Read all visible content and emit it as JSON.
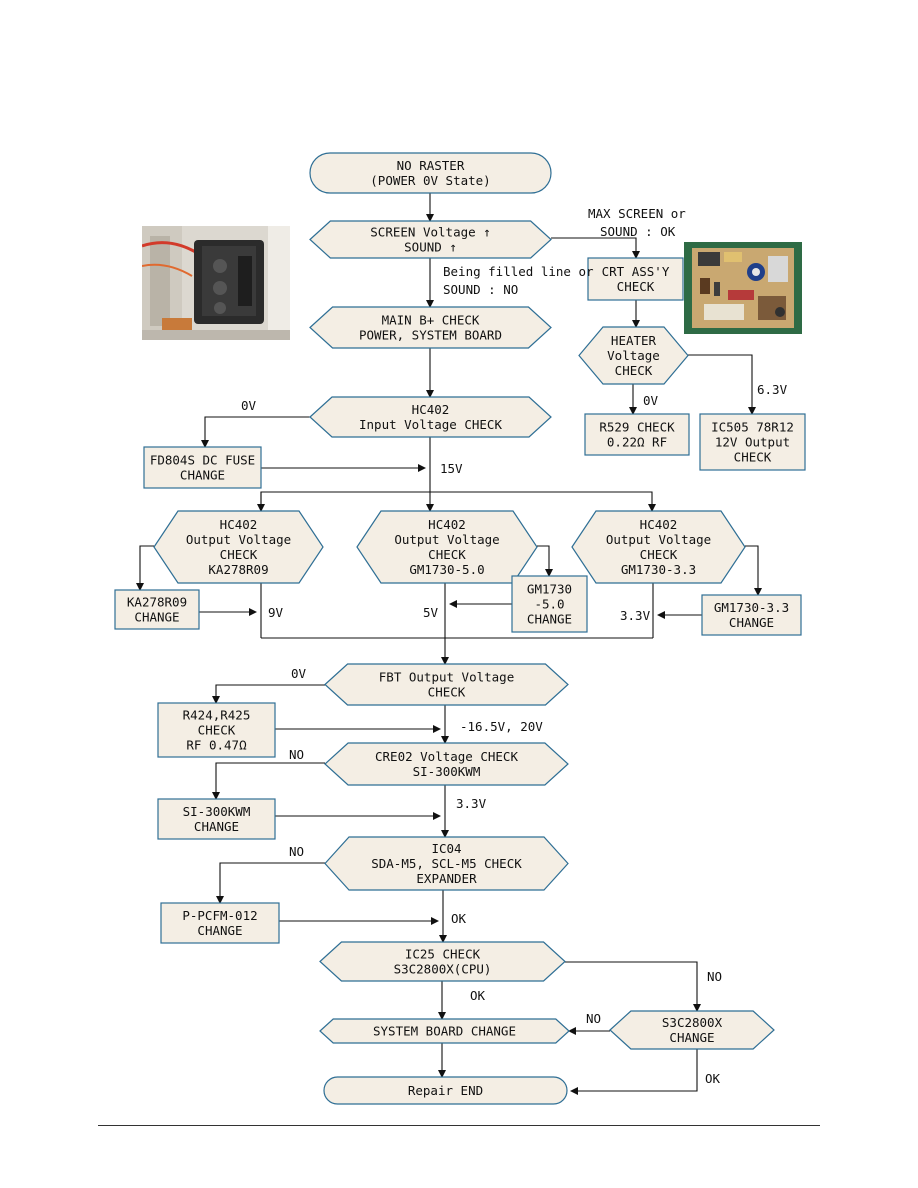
{
  "nodes": {
    "start": [
      "NO RASTER",
      "(POWER 0V State)"
    ],
    "screen": [
      "SCREEN Voltage ↑",
      "SOUND ↑"
    ],
    "crt": [
      "CRT ASS'Y",
      "CHECK"
    ],
    "heater": [
      "HEATER",
      "Voltage",
      "CHECK"
    ],
    "r529": [
      "R529 CHECK",
      "0.22Ω RF"
    ],
    "ic505": [
      "IC505 78R12",
      "12V Output",
      "CHECK"
    ],
    "mainb": [
      "MAIN B+ CHECK",
      "POWER, SYSTEM BOARD"
    ],
    "hc402in": [
      "HC402",
      "Input Voltage CHECK"
    ],
    "fuse": [
      "FD804S DC FUSE",
      "CHANGE"
    ],
    "out1": [
      "HC402",
      "Output Voltage",
      "CHECK",
      "KA278R09"
    ],
    "out2": [
      "HC402",
      "Output Voltage",
      "CHECK",
      "GM1730-5.0"
    ],
    "out3": [
      "HC402",
      "Output Voltage",
      "CHECK",
      "GM1730-3.3"
    ],
    "ka_change": [
      "KA278R09",
      "CHANGE"
    ],
    "gm50_change": [
      "GM1730",
      "-5.0",
      "CHANGE"
    ],
    "gm33_change": [
      "GM1730-3.3",
      "CHANGE"
    ],
    "fbt": [
      "FBT Output Voltage",
      "CHECK"
    ],
    "r424": [
      "R424,R425",
      "CHECK",
      "RF 0.47Ω"
    ],
    "cre02": [
      "CRE02 Voltage CHECK",
      "SI-300KWM"
    ],
    "si_change": [
      "SI-300KWM",
      "CHANGE"
    ],
    "ic04": [
      "IC04",
      "SDA-M5, SCL-M5 CHECK",
      "EXPANDER"
    ],
    "pcfm": [
      "P-PCFM-012",
      "CHANGE"
    ],
    "ic25": [
      "IC25 CHECK",
      "S3C2800X(CPU)"
    ],
    "sysboard": [
      "SYSTEM BOARD CHANGE"
    ],
    "s3c_change": [
      "S3C2800X",
      "CHANGE"
    ],
    "end": [
      "Repair END"
    ]
  },
  "labels": {
    "max_screen": [
      "MAX SCREEN or",
      "SOUND : OK"
    ],
    "being_filled": [
      "Being filled line or",
      "SOUND : NO"
    ],
    "v0_heater": "0V",
    "v63": "6.3V",
    "v0_in": "0V",
    "v15": "15V",
    "v9": "9V",
    "v5": "5V",
    "v33_out": "3.3V",
    "v0_fbt": "0V",
    "fbt_ok": "-16.5V, 20V",
    "no_cre": "NO",
    "v33_cre": "3.3V",
    "no_ic04": "NO",
    "ok_ic04": "OK",
    "no_ic25": "NO",
    "ok_ic25": "OK",
    "no_s3c": "NO",
    "ok_s3c": "OK"
  },
  "photos": {
    "left": "flyback-transformer-photo",
    "right": "crt-board-photo"
  },
  "colors": {
    "node_fill": "#f4eee4",
    "node_stroke": "#2f6f95",
    "line": "#111111"
  }
}
